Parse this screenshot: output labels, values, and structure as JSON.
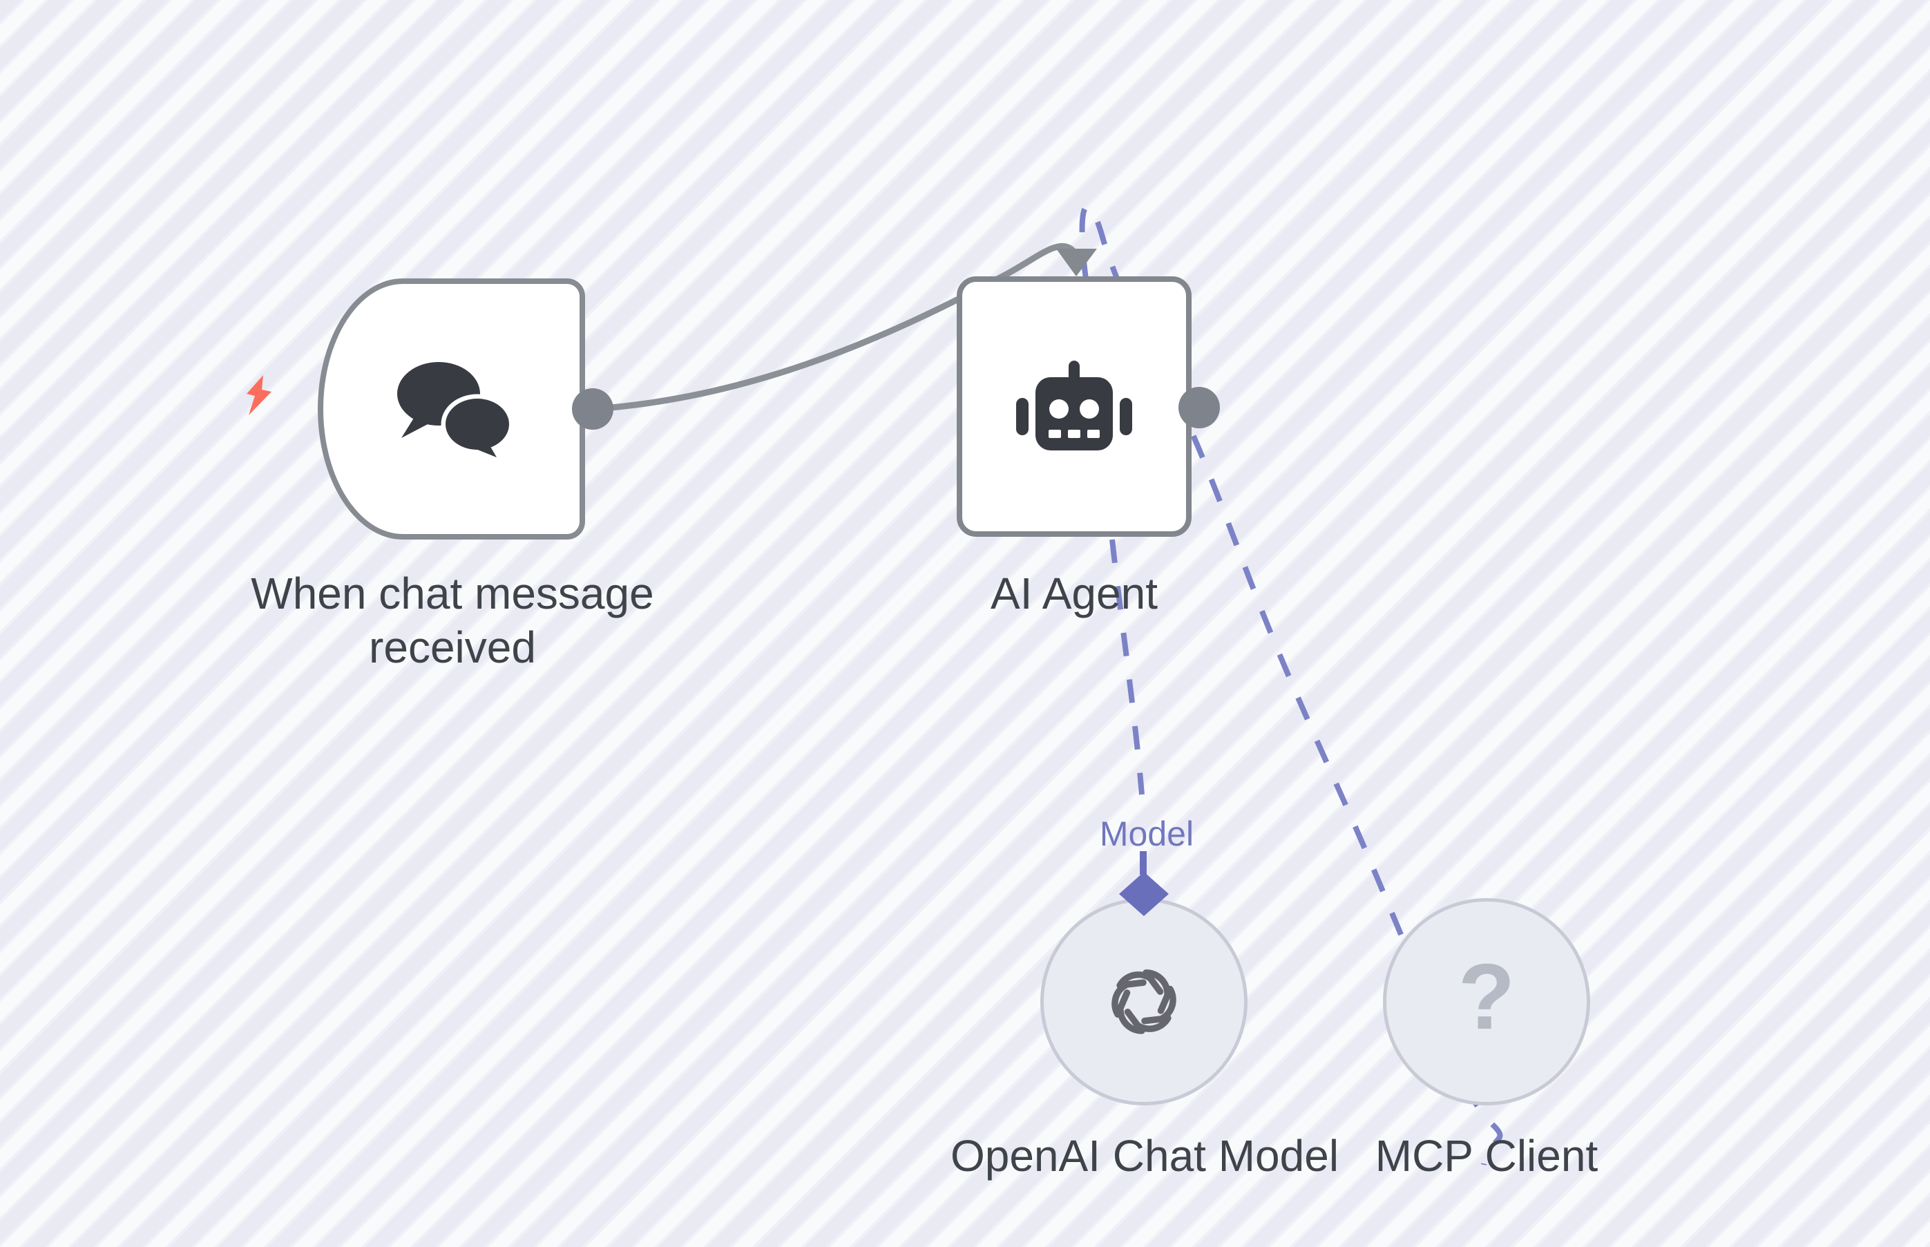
{
  "canvas": {
    "background_stripe_dark": "#e9eaf4",
    "background_stripe_light": "#f9fafc"
  },
  "nodes": {
    "trigger": {
      "label_line1": "When chat message",
      "label_line2": "received",
      "icon": "chat-bubbles-icon",
      "status_icon": "lightning-bolt-icon"
    },
    "agent": {
      "label": "AI Agent",
      "icon": "robot-icon"
    },
    "openai": {
      "label": "OpenAI Chat Model",
      "icon": "openai-logo-icon"
    },
    "mcp": {
      "label": "MCP Client",
      "icon": "question-mark-icon",
      "glyph": "?"
    }
  },
  "connections": {
    "main": {
      "style": "solid",
      "color": "#8b8f96"
    },
    "model": {
      "label": "Model",
      "style": "dashed",
      "color": "#7c82c6"
    },
    "tool": {
      "style": "dashed",
      "color": "#7c82c6"
    }
  },
  "colors": {
    "node_border": "#84878e",
    "node_fill": "#ffffff",
    "subnode_fill": "#e9ebf2",
    "subnode_border": "#c8cbd6",
    "connection_gray": "#8b8f96",
    "connection_purple": "#7c82c6",
    "diamond_port": "#6a6fbb",
    "port_dot": "#7f838b",
    "trigger_bolt": "#fb6d5d",
    "label_text": "#3f434a",
    "model_label_text": "#7177bd",
    "icon_dark": "#383b41",
    "question_mark": "#b6bac4"
  }
}
